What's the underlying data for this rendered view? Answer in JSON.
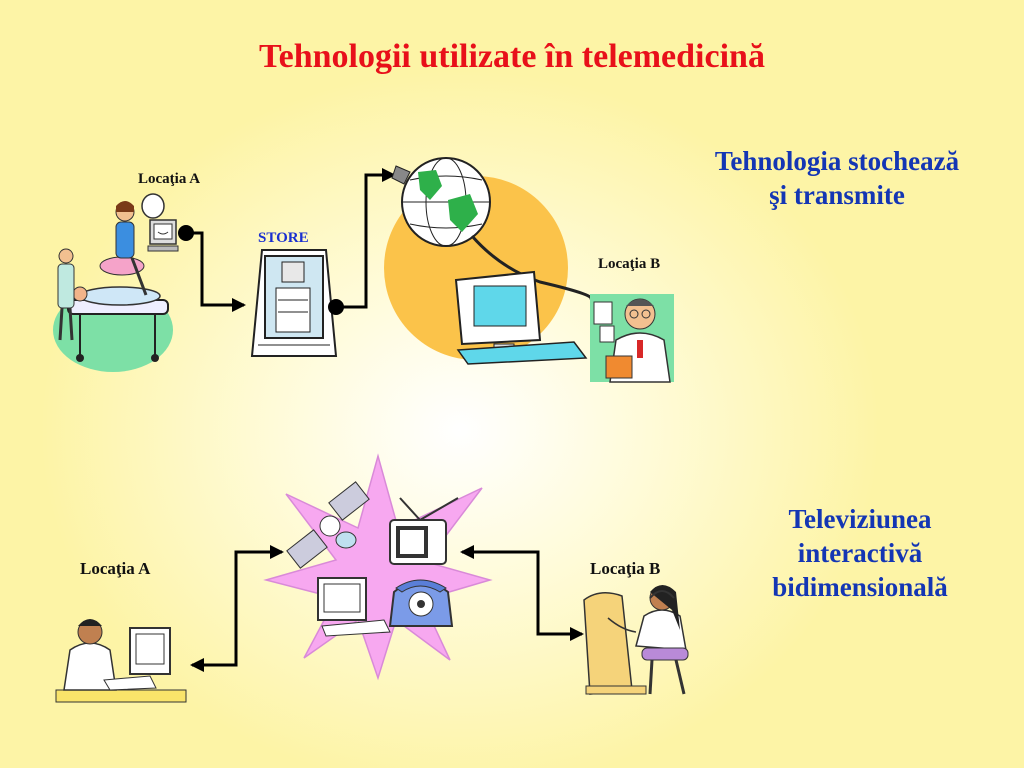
{
  "title": "Tehnologii utilizate în telemedicină",
  "section_top": {
    "heading_line1": "Tehnologia stochează",
    "heading_line2": "şi transmite",
    "loc_a": "Locaţia A",
    "loc_b": "Locaţia B",
    "store_label": "STORE"
  },
  "section_bottom": {
    "heading_line1": "Televiziunea",
    "heading_line2": "interactivă",
    "heading_line3": "bidimensională",
    "loc_a": "Locaţia A",
    "loc_b": "Locaţia B"
  },
  "colors": {
    "title": "#e8101a",
    "heading": "#1436b4",
    "accent_orange": "#fbc34a",
    "star": "#f7a8f0",
    "screen": "#5fd7ea"
  }
}
